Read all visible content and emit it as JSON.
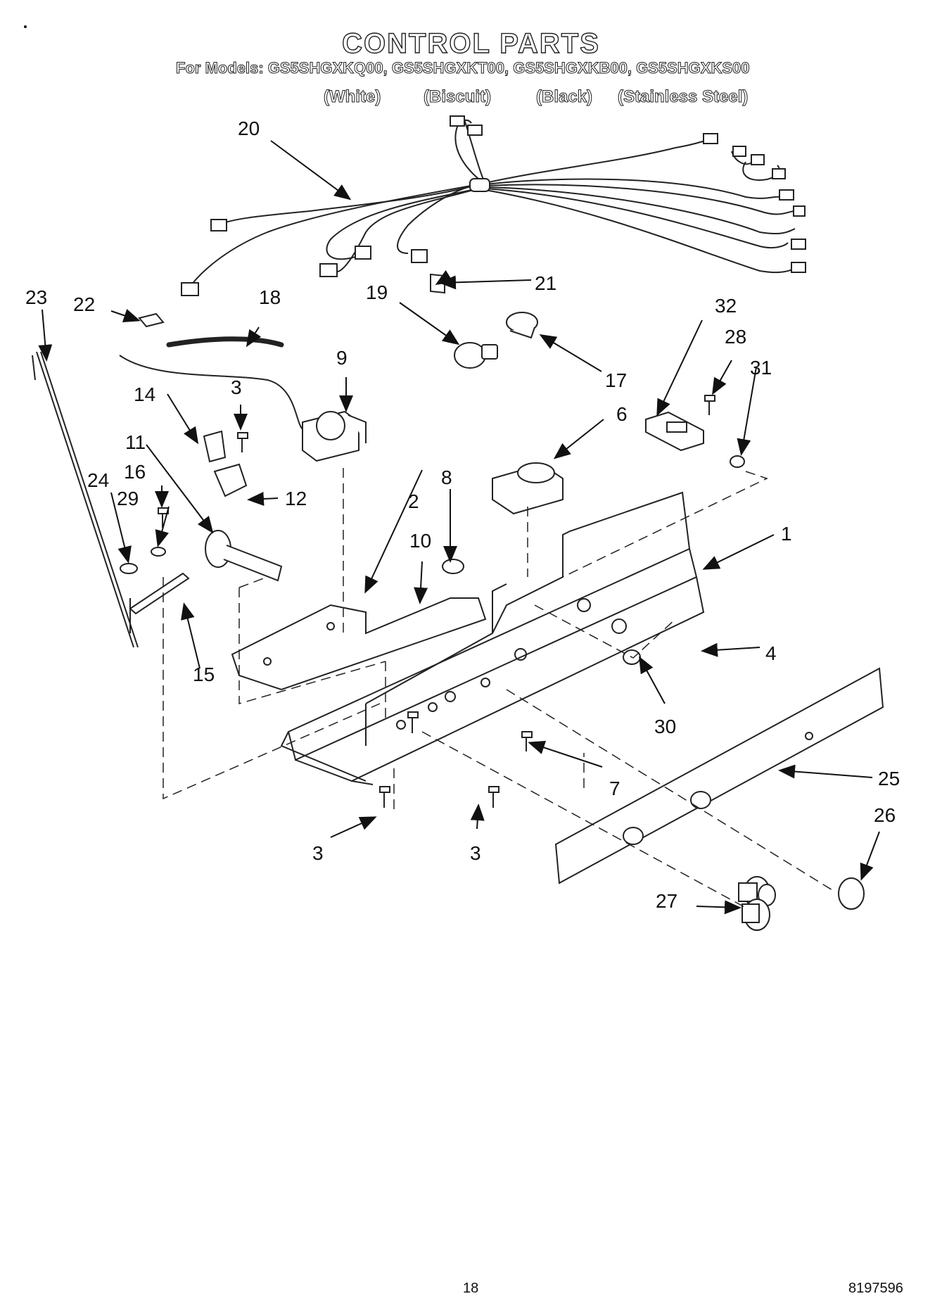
{
  "header": {
    "title": "CONTROL PARTS",
    "models_line": "For Models: GS5SHGXKQ00, GS5SHGXKT00, GS5SHGXKB00, GS5SHGXKS00",
    "colors": [
      "(White)",
      "(Biscuit)",
      "(Black)",
      "(Stainless Steel)"
    ]
  },
  "callouts": {
    "c1": "1",
    "c2": "2",
    "c3a": "3",
    "c3b": "3",
    "c3c": "3",
    "c4": "4",
    "c6": "6",
    "c7": "7",
    "c8": "8",
    "c9": "9",
    "c10": "10",
    "c11": "11",
    "c12": "12",
    "c14": "14",
    "c15": "15",
    "c16": "16",
    "c17": "17",
    "c18": "18",
    "c19": "19",
    "c20": "20",
    "c21": "21",
    "c22": "22",
    "c23": "23",
    "c24": "24",
    "c25": "25",
    "c26": "26",
    "c27": "27",
    "c28": "28",
    "c29": "29",
    "c30": "30",
    "c31": "31",
    "c32": "32"
  },
  "footer": {
    "page_number": "18",
    "doc_number": "8197596"
  }
}
